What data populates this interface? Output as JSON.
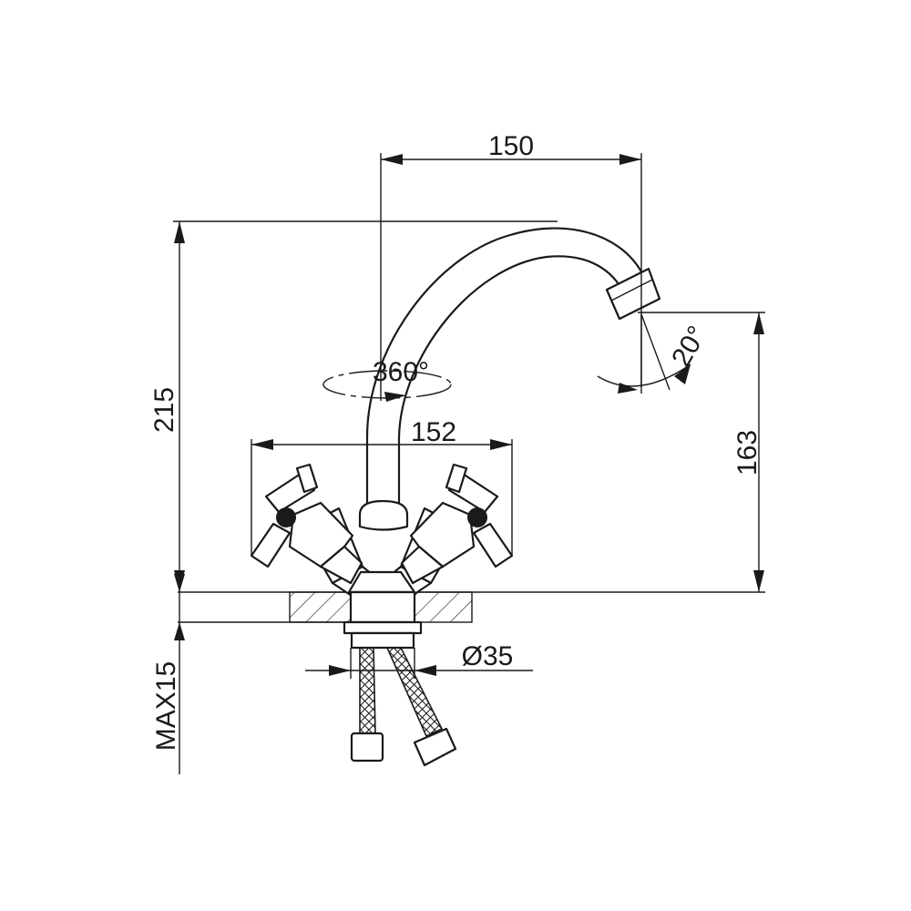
{
  "dimensions": {
    "spout_reach": "150",
    "total_height": "215",
    "handle_span": "152",
    "spout_height": "163",
    "rotation": "360°",
    "spout_angle": "20°",
    "base_diameter": "Ø35",
    "max_thickness": "MAX15"
  },
  "colors": {
    "line": "#1a1a1a",
    "background": "#ffffff"
  }
}
